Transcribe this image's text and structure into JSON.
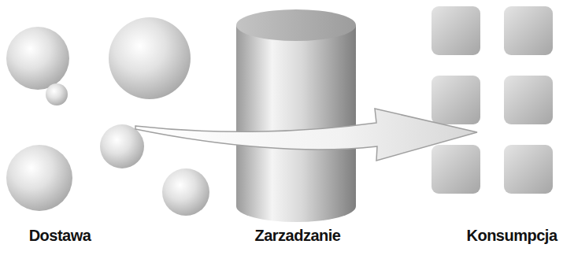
{
  "diagram": {
    "labels": [
      "Dostawa",
      "Zarzadzanie",
      "Konsumpcja"
    ]
  }
}
